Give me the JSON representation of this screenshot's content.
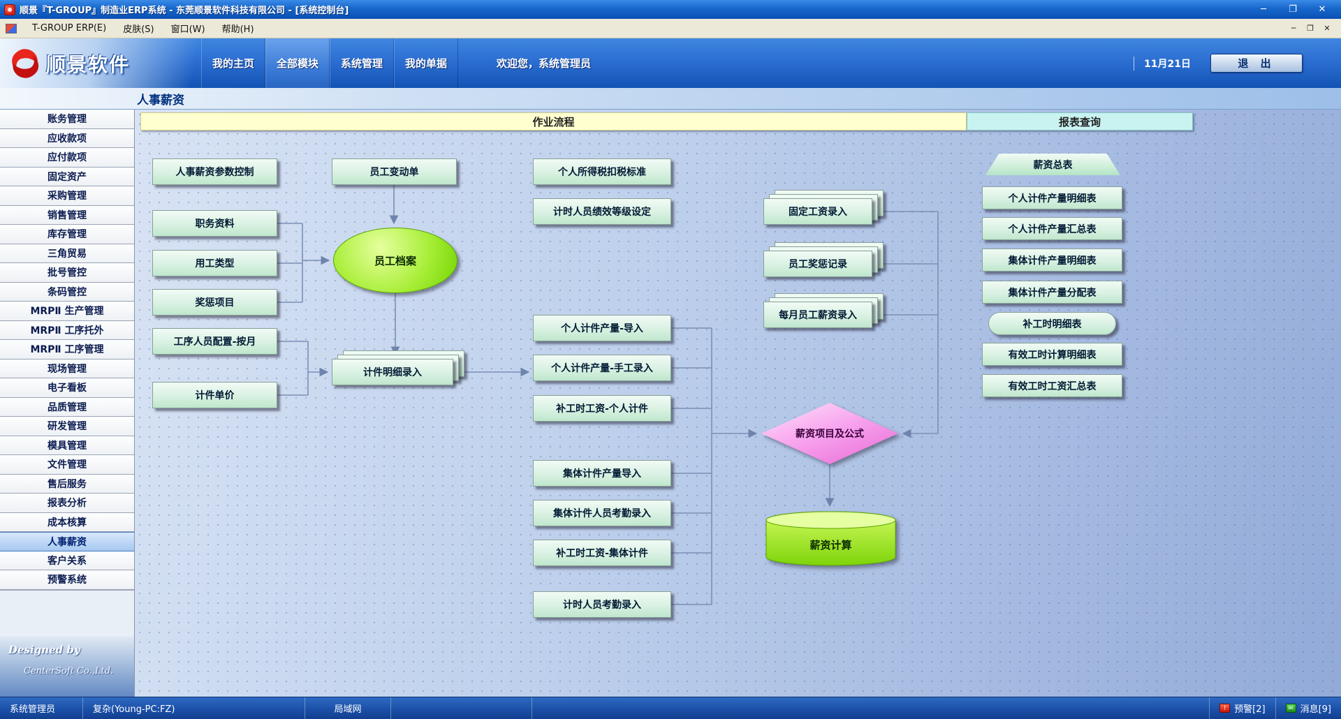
{
  "window": {
    "title": "顺景『T-GROUP』制造业ERP系统 - 东莞顺景软件科技有限公司 - [系统控制台]"
  },
  "icons": {
    "minimize": "─",
    "restore": "❐",
    "close": "✕",
    "alert_glyph": "!",
    "message_glyph": "✉"
  },
  "menubar": {
    "items": [
      "T-GROUP ERP(E)",
      "皮肤(S)",
      "窗口(W)",
      "帮助(H)"
    ]
  },
  "header": {
    "logo": "顺景软件",
    "tabs": [
      {
        "label": "我的主页"
      },
      {
        "label": "全部模块"
      },
      {
        "label": "系统管理"
      },
      {
        "label": "我的单据"
      }
    ],
    "welcome": "欢迎您，系统管理员",
    "date": "11月21日",
    "exit_label": "退 出"
  },
  "page": {
    "title": "人事薪资"
  },
  "sidebar": {
    "items": [
      "账务管理",
      "应收款项",
      "应付款项",
      "固定资产",
      "采购管理",
      "销售管理",
      "库存管理",
      "三角贸易",
      "批号管控",
      "条码管控",
      "MRPⅡ 生产管理",
      "MRPⅡ 工序托外",
      "MRPⅡ 工序管理",
      "现场管理",
      "电子看板",
      "品质管理",
      "研发管理",
      "模具管理",
      "文件管理",
      "售后服务",
      "报表分析",
      "成本核算",
      "人事薪资",
      "客户关系",
      "预警系统"
    ],
    "designed_by": "Designed by",
    "company": "CenterSoft Co.,Ltd."
  },
  "flow": {
    "banner_process": "作业流程",
    "banner_reports": "报表查询",
    "nodes": {
      "param_control": "人事薪资参数控制",
      "emp_change": "员工变动单",
      "tax_standard": "个人所得税扣税标准",
      "grade_setting": "计时人员绩效等级设定",
      "job_info": "职务资料",
      "work_type": "用工类型",
      "reward_items": "奖惩项目",
      "emp_archive": "员工档案",
      "proc_config": "工序人员配置-按月",
      "piece_price": "计件单价",
      "piece_detail": "计件明细录入",
      "personal_import": "个人计件产量-导入",
      "personal_manual": "个人计件产量-手工录入",
      "extra_personal": "补工时工资-个人计件",
      "group_import": "集体计件产量导入",
      "group_attend": "集体计件人员考勤录入",
      "extra_group": "补工时工资-集体计件",
      "time_attend": "计时人员考勤录入",
      "fixed_salary": "固定工资录入",
      "emp_reward": "员工奖惩记录",
      "monthly_salary": "每月员工薪资录入",
      "salary_formula": "薪资项目及公式",
      "salary_calc": "薪资计算"
    }
  },
  "reports": {
    "items": [
      "薪资总表",
      "个人计件产量明细表",
      "个人计件产量汇总表",
      "集体计件产量明细表",
      "集体计件产量分配表",
      "补工时明细表",
      "有效工时计算明细表",
      "有效工时工资汇总表"
    ]
  },
  "statusbar": {
    "user": "系统管理员",
    "machine": "复杂(Young-PC:FZ)",
    "network": "局域网",
    "alert": "预警[2]",
    "message": "消息[9]"
  }
}
